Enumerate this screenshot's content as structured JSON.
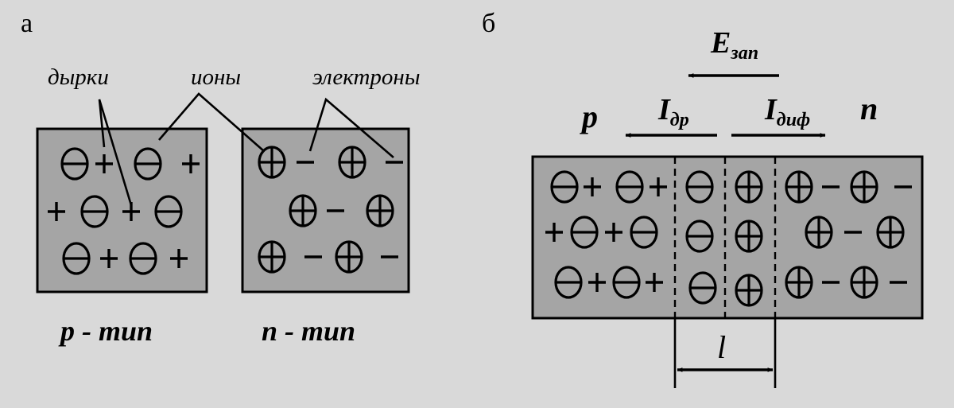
{
  "panel_a": {
    "label": "а",
    "callouts": {
      "holes": "дырки",
      "ions": "ионы",
      "electrons": "электроны"
    },
    "p_box_caption": {
      "letter": "p",
      "suffix": " - тип"
    },
    "n_box_caption": {
      "letter": "n",
      "suffix": " - тип"
    }
  },
  "panel_b": {
    "label": "б",
    "field": {
      "main": "E",
      "sub": "зап"
    },
    "left_region": "p",
    "right_region": "n",
    "drift_current": {
      "main": "I",
      "sub": "др"
    },
    "diffusion_current": {
      "main": "I",
      "sub": "диф"
    },
    "depletion_width": "l"
  }
}
